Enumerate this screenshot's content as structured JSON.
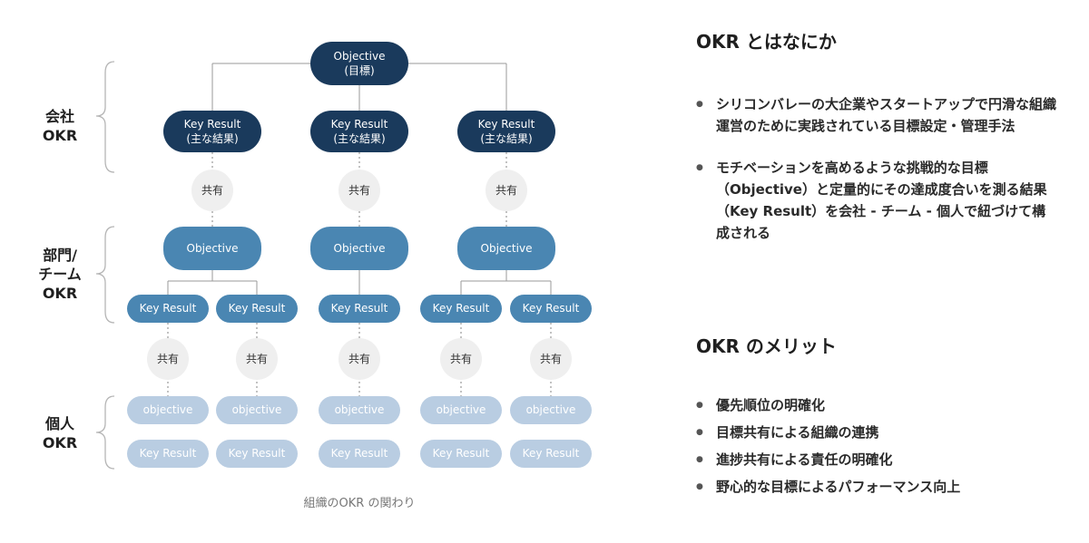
{
  "diagram": {
    "caption": "組織のOKR の関わり",
    "levels": {
      "company": [
        "会社",
        "OKR"
      ],
      "department": [
        "部門/",
        "チーム",
        "OKR"
      ],
      "individual": [
        "個人",
        "OKR"
      ]
    },
    "company": {
      "objective": {
        "line1": "Objective",
        "line2": "(目標)"
      },
      "key_results": [
        {
          "line1": "Key Result",
          "line2": "(主な結果)"
        },
        {
          "line1": "Key Result",
          "line2": "(主な結果)"
        },
        {
          "line1": "Key Result",
          "line2": "(主な結果)"
        }
      ]
    },
    "share_label": "共有",
    "department": {
      "objectives": [
        "Objective",
        "Objective",
        "Objective"
      ],
      "key_results": [
        "Key Result",
        "Key Result",
        "Key Result",
        "Key Result",
        "Key Result"
      ]
    },
    "individual": {
      "objectives": [
        "objective",
        "objective",
        "objective",
        "objective",
        "objective"
      ],
      "key_results": [
        "Key Result",
        "Key Result",
        "Key Result",
        "Key Result",
        "Key Result"
      ]
    },
    "colors": {
      "dark": "#1a3a5c",
      "mid": "#4a86b2",
      "light": "#b9cde2",
      "share": "#efefef"
    }
  },
  "about": {
    "title": "OKR とはなにか",
    "bullets": [
      "シリコンバレーの大企業やスタートアップで円滑な組織運営のために実践されている目標設定・管理手法",
      "モチベーションを高めるような挑戦的な目標（Objective）と定量的にその達成度合いを測る結果（Key Result）を会社 - チーム - 個人で紐づけて構成される"
    ]
  },
  "merits": {
    "title": "OKR のメリット",
    "bullets": [
      "優先順位の明確化",
      "目標共有による組織の連携",
      "進捗共有による責任の明確化",
      "野心的な目標によるパフォーマンス向上"
    ]
  }
}
